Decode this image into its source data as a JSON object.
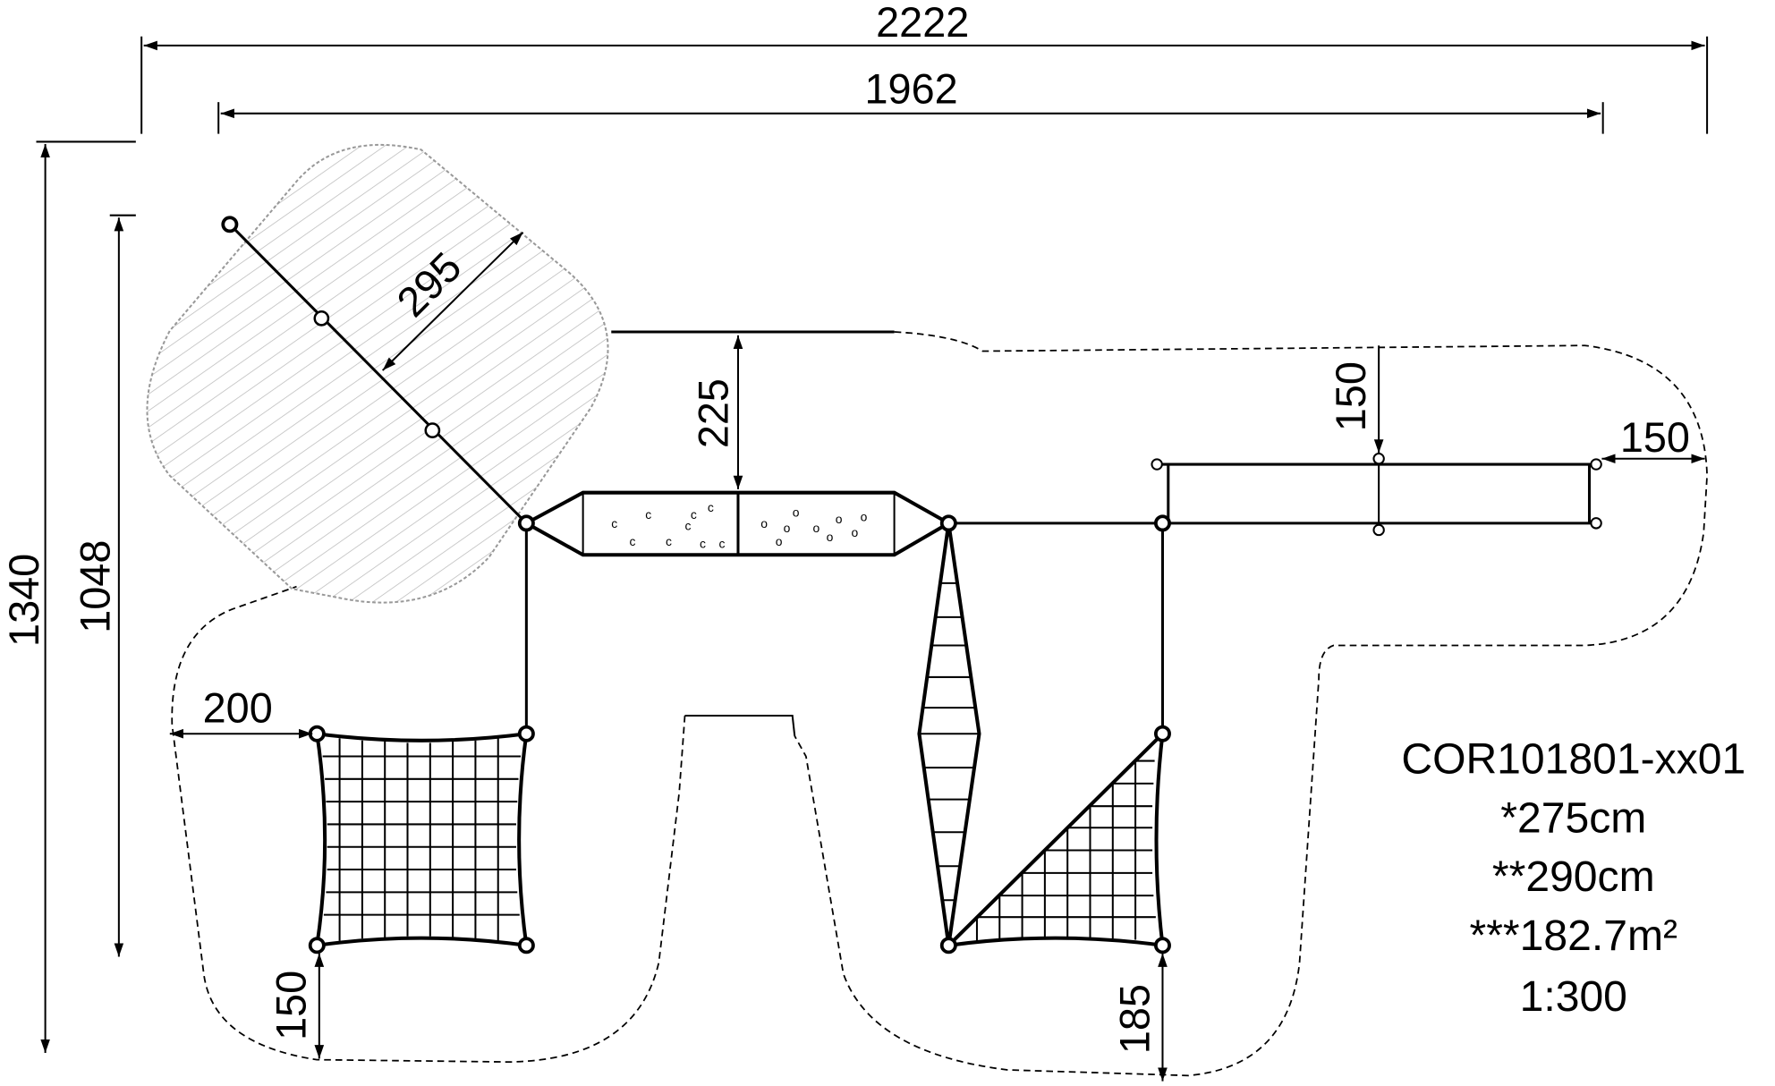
{
  "dimensions": {
    "overall_width": "2222",
    "inner_width": "1962",
    "overall_height": "1340",
    "inner_height": "1048",
    "diagonal": "295",
    "platform_offset": "225",
    "top_clearance": "150",
    "right_clearance": "150",
    "left_clearance": "200",
    "bottom_left_clearance": "150",
    "bottom_right_clearance": "185"
  },
  "info": {
    "product_code": "COR101801-xx01",
    "height_1": "*275cm",
    "height_2": "**290cm",
    "area": "***182.7m²",
    "scale": "1:300"
  }
}
